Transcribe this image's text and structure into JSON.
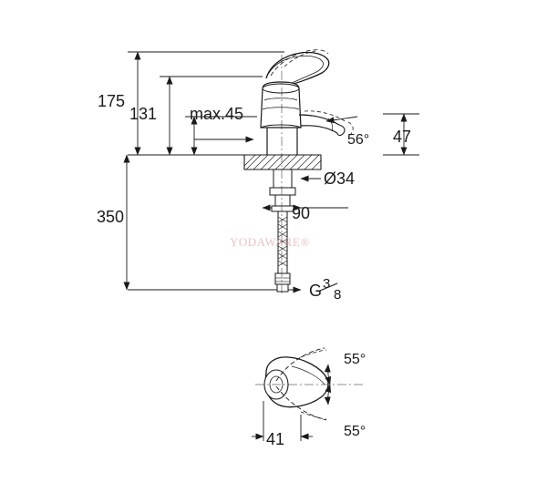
{
  "page": {
    "title": "Faucet technical dimension drawing",
    "background_color": "#ffffff",
    "line_color": "#1a1a1a",
    "watermark_text": "YODAWARE®",
    "watermark_color": "#e8b9b9"
  },
  "labels": {
    "h175": "175",
    "h131": "131",
    "max45": "max.45",
    "angle56": "56°",
    "h47": "47",
    "diameter34": "Ø34",
    "w90": "90",
    "h350": "350",
    "thread": "G",
    "thread_num": "3",
    "thread_den": "8",
    "angle55_top": "55°",
    "angle55_bottom": "55°",
    "w41": "41"
  },
  "chart_data": {
    "type": "table",
    "title": "Faucet dimensions (mm / degrees)",
    "categories": [
      "175",
      "131",
      "max.45",
      "56°",
      "47",
      "Ø34",
      "90",
      "350",
      "G3/8",
      "55°",
      "55°",
      "41"
    ],
    "values": [
      175,
      131,
      45,
      56,
      47,
      34,
      90,
      350,
      null,
      55,
      55,
      41
    ],
    "xlabel": "",
    "ylabel": ""
  }
}
